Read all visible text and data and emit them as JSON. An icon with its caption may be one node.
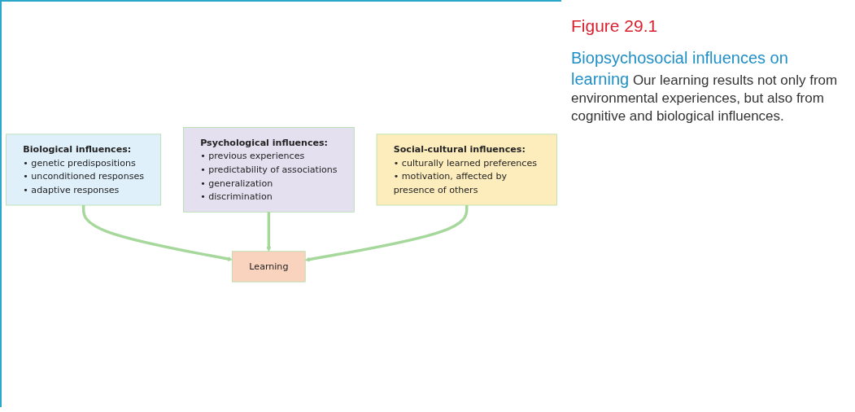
{
  "diagram": {
    "title": "Figure 29.1",
    "caption": "**Biopsychosocial influences on learning** Our learning results not only from environmental experiences, but also from cognitive and biological influences.",
    "nodes": [
      {
        "text": [
          "Biological influences:",
          "• genetic predispositions",
          "• unconditioned responses",
          "• adaptive responses"
        ]
      },
      {
        "text": [
          "Psychological influences:",
          "• previous experiences",
          "• predictability of associations",
          "• generalization",
          "• discrimination"
        ]
      },
      {
        "text": [
          "Learning"
        ]
      },
      {
        "text": [
          "Social-cultural influences:",
          "• culturally learned preferences",
          "• motivation, affected by presence of others"
        ]
      }
    ],
    "edges": [
      {
        "from": 0,
        "to": 2,
        "arrow": "to"
      },
      {
        "from": 1,
        "to": 2,
        "arrow": "to"
      },
      {
        "from": 3,
        "to": 2,
        "arrow": "to"
      }
    ]
  }
}
